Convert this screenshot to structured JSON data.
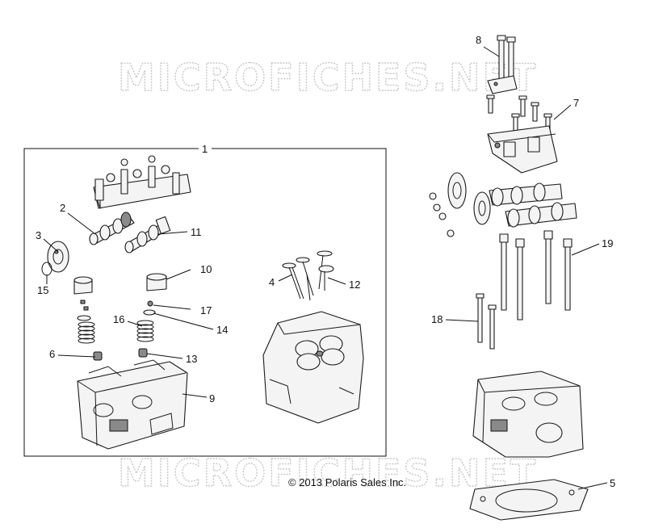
{
  "watermark": {
    "top_text": "MICROFICHES.NET",
    "bottom_text": "MICROFICHES.NET"
  },
  "copyright": "© 2013 Polaris Sales Inc.",
  "callouts": {
    "c1": "1",
    "c2": "2",
    "c3": "3",
    "c4": "4",
    "c5": "5",
    "c6": "6",
    "c7": "7",
    "c8": "8",
    "c9": "9",
    "c10": "10",
    "c11": "11",
    "c12": "12",
    "c13": "13",
    "c14": "14",
    "c15": "15",
    "c16": "16",
    "c17": "17",
    "c18": "18",
    "c19": "19"
  }
}
